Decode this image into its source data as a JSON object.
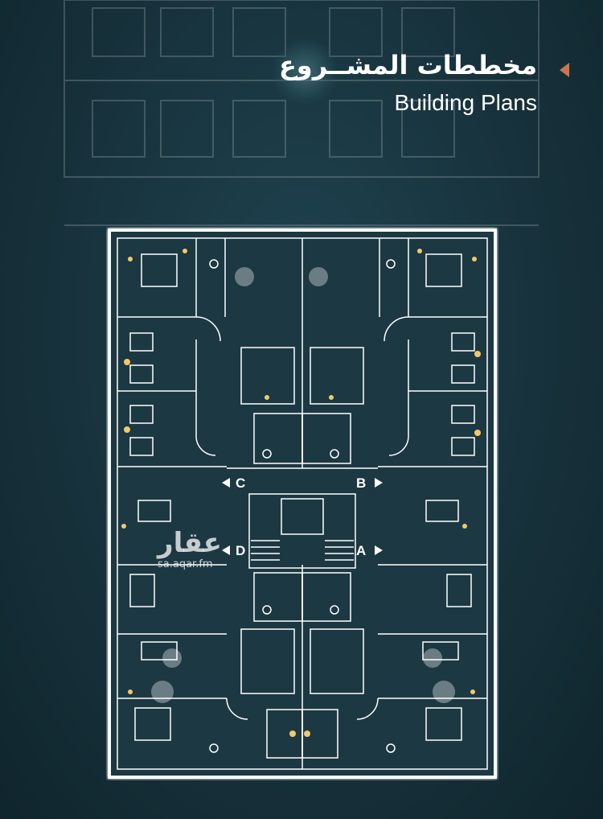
{
  "header": {
    "title_ar": "مخططات المشــروع",
    "title_en": "Building Plans"
  },
  "section_markers": {
    "a": "A",
    "b": "B",
    "c": "C",
    "d": "D"
  },
  "watermark": {
    "logo": "عقار",
    "url": "sa.aqar.fm"
  },
  "colors": {
    "background": "#17323c",
    "accent": "#c9774a",
    "lines": "#ffffff"
  }
}
